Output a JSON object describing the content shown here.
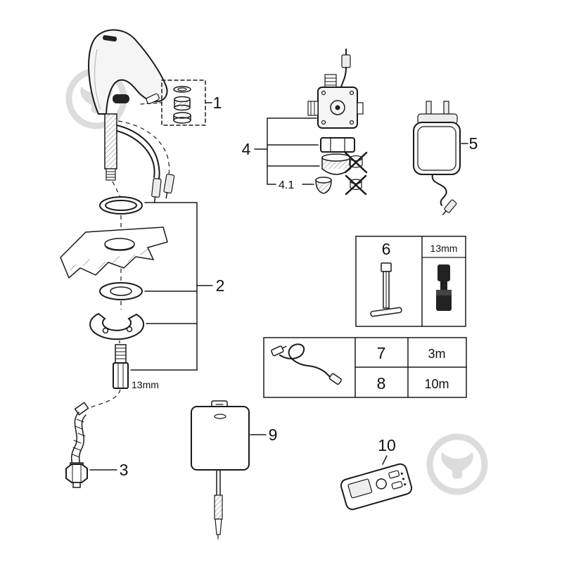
{
  "colors": {
    "background": "#ffffff",
    "line": "#1a1a1a",
    "dark_fill": "#222222",
    "metal_fill": "#f5f5f5",
    "watermark": "#dcdcdc"
  },
  "callouts": {
    "part1": "1",
    "part2": "2",
    "part3": "3",
    "part4": "4",
    "part4_sub": "4.1",
    "part5": "5",
    "part6": "6",
    "part6_size": "13mm",
    "part7": "7",
    "part7_length": "3m",
    "part8": "8",
    "part8_length": "10m",
    "part9": "9",
    "part10": "10",
    "stud_wrench_size": "13mm"
  },
  "figures": {
    "faucet": "sensor-faucet",
    "part1": "aerator-mounting-kit",
    "part2": "basin-mounting-set",
    "part3": "flexible-connection-hose",
    "part4": "solenoid-valve-assembly",
    "part4_sub": "valve-seal-insert",
    "part5": "power-supply-plug",
    "part6": "socket-wrench-tool",
    "part7_8": "extension-cable",
    "part9": "control-box",
    "part10": "remote-control",
    "watermark": "store-logo-watermark"
  }
}
